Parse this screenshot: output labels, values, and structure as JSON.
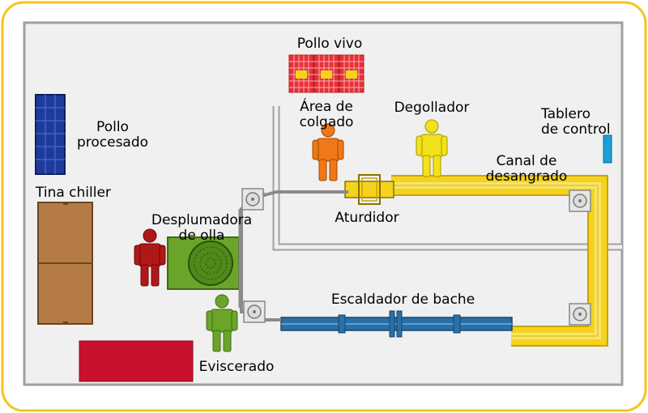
{
  "labels": {
    "live_chicken": "Pollo vivo",
    "hanging_area": [
      "Área de",
      "colgado"
    ],
    "cutter": "Degollador",
    "control_panel": [
      "Tablero",
      "de control"
    ],
    "processed_chicken": [
      "Pollo",
      "procesado"
    ],
    "chiller": "Tina chiller",
    "plucker": [
      "Desplumadora",
      "de olla"
    ],
    "bleed_channel": [
      "Canal de",
      "desangrado"
    ],
    "stunner": "Aturdidor",
    "scalder": "Escaldador de bache",
    "evisceration": "Eviscerado"
  },
  "colors": {
    "frame_border": "#f5c518",
    "room_fill": "#f0f0f0",
    "room_border": "#a0a0a0",
    "crate": "#e8303a",
    "processed_box": "#1f3b9a",
    "chiller": "#b47c44",
    "plucker": "#6aa52a",
    "red_block": "#c8102e",
    "scalder": "#2a6fa6",
    "channel": "#f5d31c",
    "panel": "#1aa0d8",
    "worker_orange": "#f07818",
    "worker_yellow": "#f2e21a",
    "worker_red": "#b01818",
    "worker_green": "#6aa52a"
  }
}
